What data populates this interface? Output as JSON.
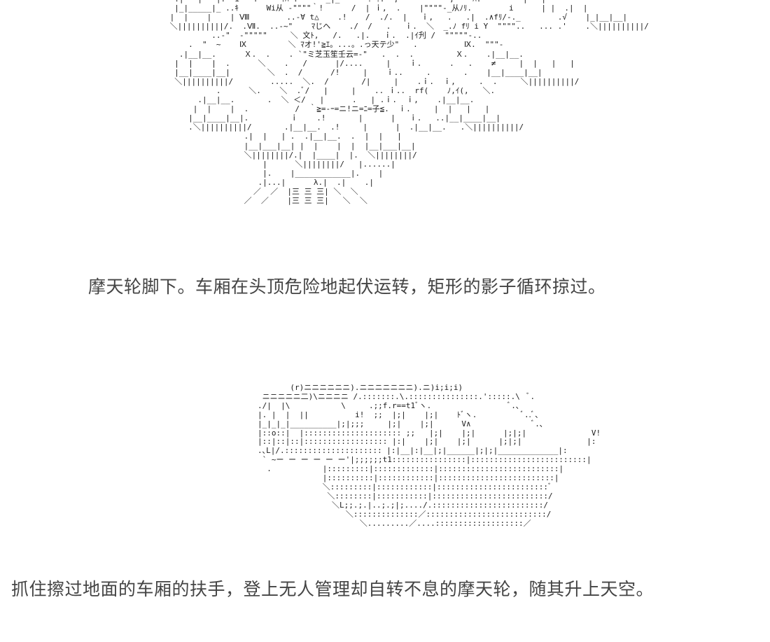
{
  "ascii_art": {
    "ferris_wheel": "  .|   |   |.  i   .     ｲﾊ .      _|_      ｨ ｨ.  ,           ;    ﾊ.         |   |\n  |_|_____|_ ..ｷ      Wi从 -\"\"\"\"｀!      /  | ｉ,  .    |\"\"\"\"-_从ﾉﾘ.        i      | |  .|  |\n |  |    |    | Ⅷ        ..-∀ t△    .!    /  ./.  |   ｉ,   .   .|  .∧fﾘ/-._        .√    |_|__|__|\n ＼||||||||||/.  .Ⅶ.  ..-~\"    ﾏじヘ    ./  /   .   ｉ.  ＼  _.ﾉ fﾘ i Y  \"\"\"\"..   ... .'    .＼||||||||||/\n          ..-\"  -\"\"\"\"\"     ＼ 文ﾄ,   /.   .|.   ｉ.  .|ｲ刋 /  \"\"\"\"\"-..\n     .  \"  ~    Ⅸ         ＼ ﾏオ!'≧ｴ。...。.っ天テ少\"   .          Ⅸ.  \"\"\"-\n   .|__|__.      Ｘ.  .    . `\"ミ芝玉笙壬云=-\"   .  .  .         Ｘ.    .|__|__.\n  |  |    |  .      ＼    .   /      |/....     |    ｉ.      .   .    ≠     |  |   |   |\n  |__|____|__|        ＼  .  /      /!     |    ｉ..     .       .    |__|____|__|\n  ＼||||||||||/        .....  ＼.  /       /|     |    .ｉ.  ｉ,     .  .     ＼||||||||||/\n           .      ＼.    ＼  .ﾞ/   |     |    .. ｉ..  rf(    ﾉ,ｲ(,   ＼.\n       .|__|__.       .  ＼ ＜/   |      .   | .ｉ.  ｉ,    .|__|__.\n      |  |    |  .          /  ｀≧=-ｰ=ニ!ニ=ﾆ=子≦.  ｉ.     |  |   |   |\n     |__|____|__|.         ｉ    .!       |      |   ｉ.   ..|__|____|__|\n     .＼||||||||||/       .|__|__.  .!     |      |  .|__|__.   .＼||||||||||/\n                 .|  |   | .  .|__|__.  .  |  |   |\n                 |__|___|__| |  |    |  |  |__|___|__|\n                 ＼||||||||/.|  |____|  |.  ＼||||||||/\n                     |      ＼||||||||/   |......|\n                     |.    |____________|.    |\n                    .|...|      λ.|  .|    .|\n                   ／  ／  |三 三 三| ＼  ＼\n                 ／  ／    |三 三 三|   ＼  ＼",
    "gondola": "       (r)ニニニニニニ).ニニニニニニニ).ニ)i;i;i)\n ニニニニニ二)\\ニニニニ /.:::::::.\\.:::::::::::::::.':::::.\\  ﾞ.\n./|  |\\           \\     .;;f.r==t1ﾞヽ.                 ﾞ.､\n|. |  |  ||          i!  ;;  |;|    |;|    ﾄﾞヽ.          ﾞ..ﾞ、\n|_|_|_|__________|;|;;;     |;|    |;|      V∧             ﾞ.､\n|::o::|  |::::::::::::::::::::: ;;   |;|    |;|      |;|;|              V!\n|::|::|::|:::::::::::::::::: |:|    |;|    |;|      |;|;|              |:\n.､L|/.::::::::::::::::::::: |:|__|:|__|;|______|;|;|_____________|:\n ` ~ー ー ー ー ー ー'|;;;;;;t1::::::::::::::::|:::::::::::::::::::::::::|\n  .           |:::::::::|:::::::::::::|::::::::::::::::::::::::::|\n              |::::::::::|::::::::::::|:::::::::::::::::::::::::|\n              ＼:::::::::|::::::::::::|::::::::::::::::::::::::ﾞ\n               ＼::::::::|:::::::::::|:::::::::::::::::::::::::/\n                ＼L;;.;.|..;.;|;..../.::::::::::::::::::::::::/\n                   ＼::::::::::::::／::::::::::::::::::::::::::/\n                      ＼.........／....:::::::::::::::::::／"
  },
  "captions": {
    "first": "摩天轮脚下。车厢在头顶危险地起伏运转，矩形的影子循环掠过。",
    "second": "抓住擦过地面的车厢的扶手，登上无人管理却自转不息的摩天轮，随其升上天空。"
  }
}
